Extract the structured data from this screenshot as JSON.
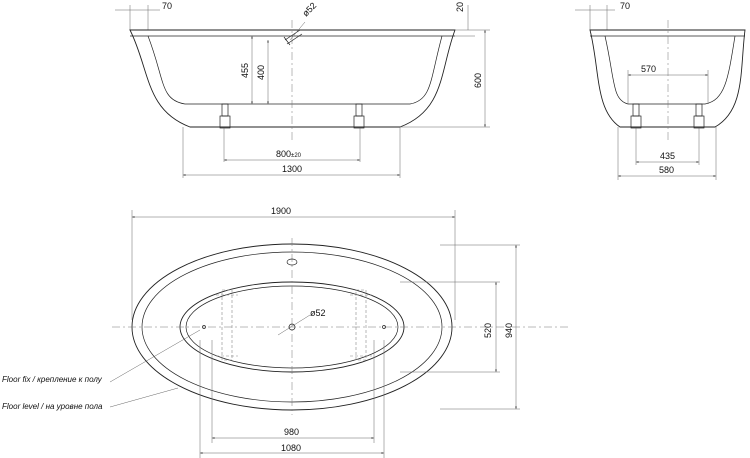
{
  "dims": {
    "front_top_70": "70",
    "front_top_20": "20",
    "front_drain": "ø52",
    "front_455": "455",
    "front_400": "400",
    "front_600": "600",
    "front_800": "800",
    "front_800_tol": "±20",
    "front_1300": "1300",
    "side_top_70": "70",
    "side_570": "570",
    "side_435": "435",
    "side_580": "580",
    "plan_1900": "1900",
    "plan_drain": "ø52",
    "plan_520": "520",
    "plan_940": "940",
    "plan_980": "980",
    "plan_1080": "1080"
  },
  "notes": {
    "floor_fix": "Floor fix / крепление к полу",
    "floor_level": "Floor level / на уровне пола"
  }
}
